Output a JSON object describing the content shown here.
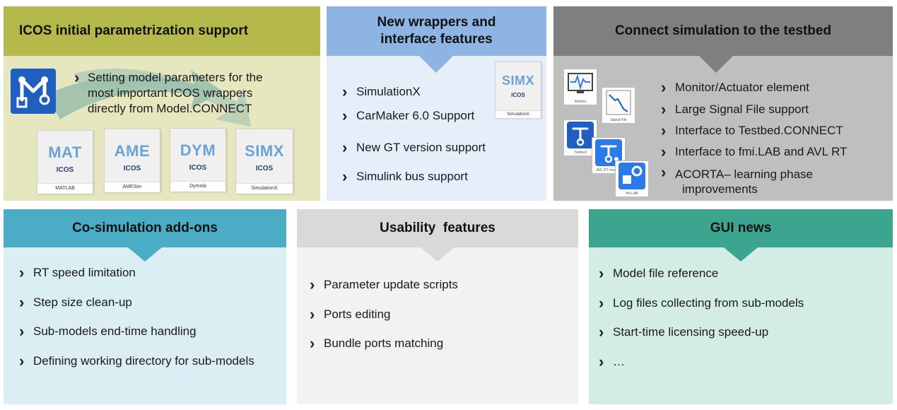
{
  "panels": {
    "icos": {
      "title": "ICOS initial parametrization support",
      "text_lines": [
        "Setting model parameters for the",
        "most important ICOS wrappers",
        "directly from Model.CONNECT"
      ],
      "tiles": [
        {
          "label": "MAT",
          "brand": "ICOS",
          "caption": "MATLAB"
        },
        {
          "label": "AME",
          "brand": "ICOS",
          "caption": "AMESim"
        },
        {
          "label": "DYM",
          "brand": "ICOS",
          "caption": "Dymola"
        },
        {
          "label": "SIMX",
          "brand": "ICOS",
          "caption": "SimulationX"
        }
      ]
    },
    "wrappers": {
      "title_lines": [
        "New wrappers and",
        "interface features"
      ],
      "items": [
        "SimulationX",
        "CarMaker 6.0 Support",
        "New GT version support",
        "Simulink bus support"
      ],
      "tile": {
        "label": "SIMX",
        "brand": "ICOS",
        "caption": "SimulationX"
      }
    },
    "testbed": {
      "title": "Connect simulation to the testbed",
      "items": [
        "Monitor/Actuator element",
        "Large Signal File support",
        "Interface to Testbed.CONNECT",
        "Interface to fmi.LAB and AVL RT"
      ],
      "last_item_lines": [
        "ACORTA– learning phase",
        "improvements"
      ],
      "icon_captions": [
        "Monitor",
        "Signal File",
        "Testbed",
        "AVL RT models",
        "fmi.LAB"
      ]
    },
    "cosim": {
      "title": "Co-simulation add-ons",
      "items": [
        "RT speed limitation",
        "Step size clean-up",
        "Sub-models end-time handling",
        "Defining working directory for sub-models"
      ]
    },
    "usability": {
      "title": "Usability  features",
      "items": [
        "Parameter update scripts",
        "Ports editing",
        "Bundle ports matching"
      ]
    },
    "gui": {
      "title": "GUI news",
      "items": [
        "Model file reference",
        "Log files collecting from sub-models",
        "Start-time licensing speed-up",
        "…"
      ]
    }
  },
  "colors": {
    "icos_header": "#b5b84a",
    "icos_body": "#e6e7bf",
    "wrappers_header": "#8db4e2",
    "wrappers_body": "#e6eef9",
    "testbed_header": "#7f7f7f",
    "testbed_body": "#bfbfbf",
    "cosim_header": "#4bacc6",
    "cosim_body": "#dbeef4",
    "usability_header": "#d9d9d9",
    "usability_body": "#f2f2f2",
    "gui_header": "#3ba58f",
    "gui_body": "#d3ede6",
    "model_connect_icon": "#1f5fbf"
  }
}
